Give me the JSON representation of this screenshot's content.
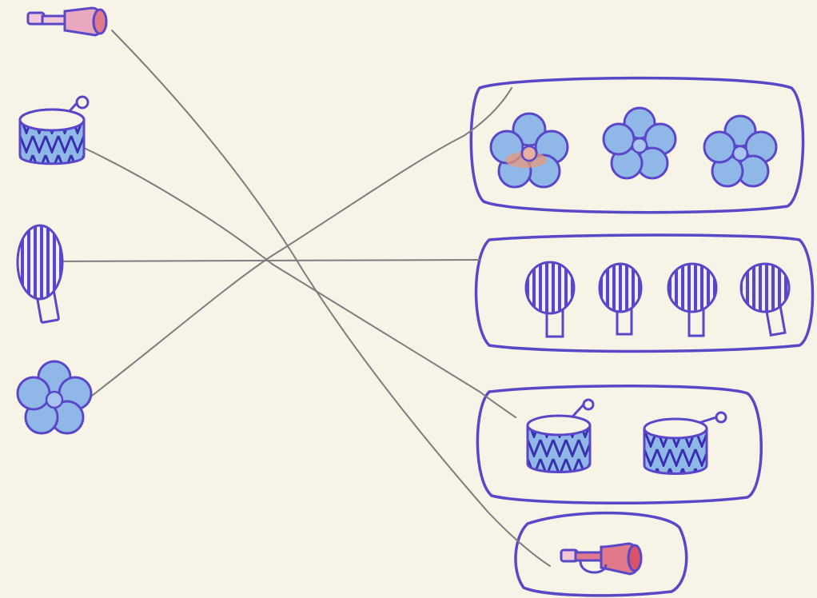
{
  "worksheet": {
    "left_items": [
      {
        "name": "trumpet",
        "icon": "trumpet-icon"
      },
      {
        "name": "drum",
        "icon": "drum-icon"
      },
      {
        "name": "racket",
        "icon": "racket-icon"
      },
      {
        "name": "flower",
        "icon": "flower-icon"
      }
    ],
    "right_groups": [
      {
        "item": "flower",
        "count": 3
      },
      {
        "item": "racket",
        "count": 4
      },
      {
        "item": "drum",
        "count": 2
      },
      {
        "item": "trumpet",
        "count": 1
      }
    ],
    "connections": [
      {
        "from": "trumpet",
        "to": "trumpet"
      },
      {
        "from": "drum",
        "to": "drum"
      },
      {
        "from": "racket",
        "to": "racket"
      },
      {
        "from": "flower",
        "to": "flower"
      }
    ]
  },
  "colors": {
    "paper": "#f7f3e6",
    "outline": "#5a47c8",
    "fill_blue": "#8fb8e8",
    "accent_red": "#e07a8a",
    "pencil": "#8a8a8a"
  }
}
